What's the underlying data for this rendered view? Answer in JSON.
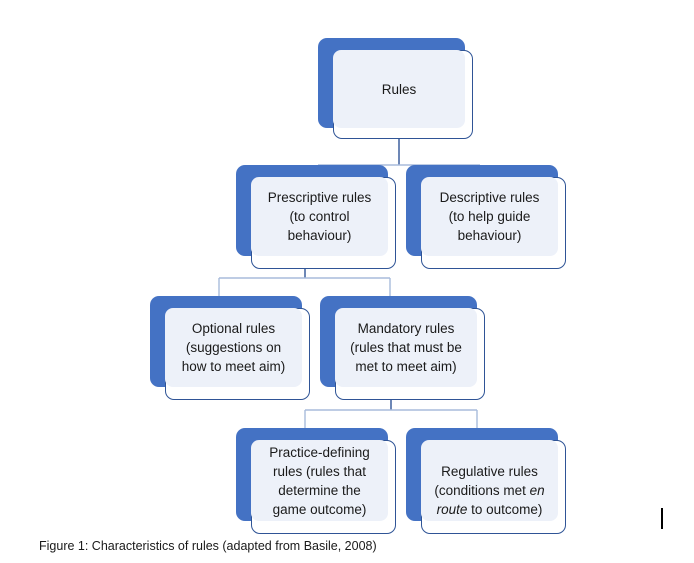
{
  "figure": {
    "caption": "Figure 1: Characteristics of rules (adapted from Basile, 2008)",
    "background_color": "#ffffff",
    "accent_color": "#4472C4",
    "card_border_color": "#2F5496",
    "card_fill_color": "#EDF1F9",
    "connector_color": "#A8BBDC",
    "stem_color": "#2F5496"
  },
  "nodes": {
    "rules": {
      "label": "Rules",
      "level": 1
    },
    "prescriptive": {
      "label": "Prescriptive rules\n(to control\nbehaviour)",
      "level": 2
    },
    "descriptive": {
      "label": "Descriptive rules\n(to help guide\nbehaviour)",
      "level": 2
    },
    "optional": {
      "label": "Optional rules\n(suggestions on\nhow to meet aim)",
      "level": 3
    },
    "mandatory": {
      "label": "Mandatory rules\n(rules that must be\nmet to meet aim)",
      "level": 3
    },
    "practice_defining": {
      "label": "Practice-defining\nrules (rules that\ndetermine the\ngame outcome)",
      "level": 4
    },
    "regulative": {
      "label_part1": "Regulative rules\n(conditions met ",
      "label_italic": "en route",
      "label_part2": " to outcome)",
      "level": 4
    }
  }
}
